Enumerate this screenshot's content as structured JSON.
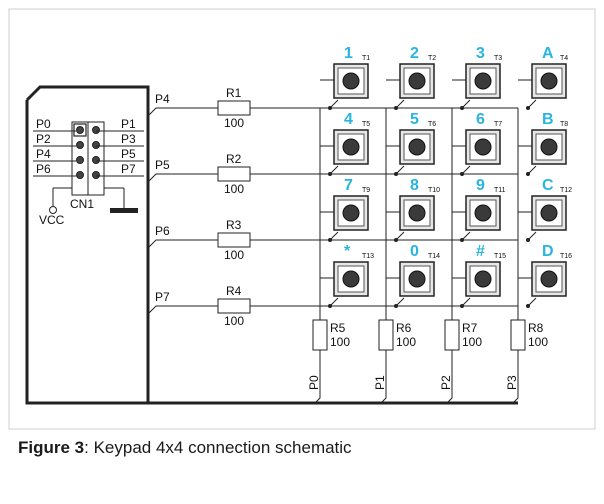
{
  "caption": {
    "bold": "Figure 3",
    "rest": ": Keypad 4x4 connection schematic"
  },
  "connector": {
    "name": "CN1",
    "left_pins": [
      "P0",
      "P2",
      "P4",
      "P6"
    ],
    "right_pins": [
      "P1",
      "P3",
      "P5",
      "P7"
    ],
    "vcc": "VCC"
  },
  "rows": [
    {
      "net": "P4",
      "resistor": "R1",
      "value": "100"
    },
    {
      "net": "P5",
      "resistor": "R2",
      "value": "100"
    },
    {
      "net": "P6",
      "resistor": "R3",
      "value": "100"
    },
    {
      "net": "P7",
      "resistor": "R4",
      "value": "100"
    }
  ],
  "columns": [
    {
      "net": "P0",
      "resistor": "R5",
      "value": "100"
    },
    {
      "net": "P1",
      "resistor": "R6",
      "value": "100"
    },
    {
      "net": "P2",
      "resistor": "R7",
      "value": "100"
    },
    {
      "net": "P3",
      "resistor": "R8",
      "value": "100"
    }
  ],
  "keys": [
    {
      "label": "1",
      "ref": "T1"
    },
    {
      "label": "2",
      "ref": "T2"
    },
    {
      "label": "3",
      "ref": "T3"
    },
    {
      "label": "A",
      "ref": "T4"
    },
    {
      "label": "4",
      "ref": "T5"
    },
    {
      "label": "5",
      "ref": "T6"
    },
    {
      "label": "6",
      "ref": "T7"
    },
    {
      "label": "B",
      "ref": "T8"
    },
    {
      "label": "7",
      "ref": "T9"
    },
    {
      "label": "8",
      "ref": "T10"
    },
    {
      "label": "9",
      "ref": "T11"
    },
    {
      "label": "C",
      "ref": "T12"
    },
    {
      "label": "*",
      "ref": "T13"
    },
    {
      "label": "0",
      "ref": "T14"
    },
    {
      "label": "#",
      "ref": "T15"
    },
    {
      "label": "D",
      "ref": "T16"
    }
  ],
  "colors": {
    "key_label": "#2ab4e0",
    "wire": "#222222",
    "border": "#cfcfcf"
  }
}
